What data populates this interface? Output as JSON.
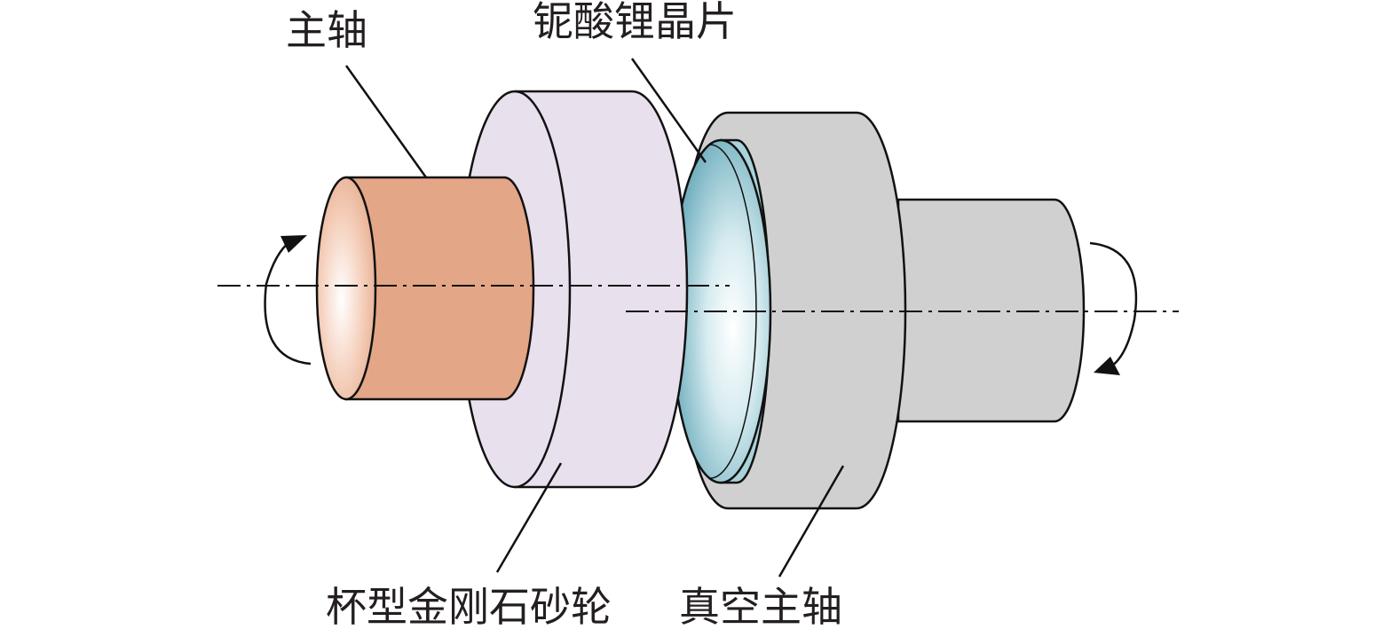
{
  "labels": {
    "spindle": "主轴",
    "crystal_wafer": "铌酸锂晶片",
    "cup_wheel": "杯型金刚石砂轮",
    "vacuum_spindle": "真空主轴"
  },
  "colors": {
    "spindle_body": "#e3a686",
    "wheel_body": "#e8e0ec",
    "wafer_rim": "#a9d3da",
    "wafer_face": "#4f97a8",
    "vacuum_spindle_body": "#d0d0d0",
    "outline": "#111111"
  }
}
